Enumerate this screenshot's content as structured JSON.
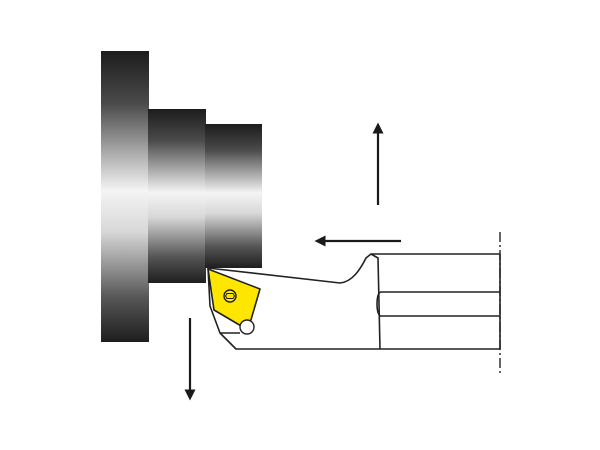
{
  "diagram": {
    "kind": "turning-tool-schematic",
    "colors": {
      "background": "#ffffff",
      "workpiece_dark": "#1f1f1f",
      "workpiece_mid": "#6e6e6e",
      "workpiece_light": "#f2f2f2",
      "insert_fill": "#ffe600",
      "outline": "#222222",
      "arrow": "#1a1a1a"
    },
    "elements": [
      {
        "name": "chuck-flange",
        "type": "cylinder"
      },
      {
        "name": "workpiece-step",
        "type": "cylinder"
      },
      {
        "name": "workpiece-bore-section",
        "type": "cylinder"
      },
      {
        "name": "tool-holder-shank",
        "type": "tool-body"
      },
      {
        "name": "cutting-insert",
        "type": "insert"
      },
      {
        "name": "insert-clamp-screw",
        "type": "screw"
      },
      {
        "name": "arrow-up-icon",
        "direction": "up"
      },
      {
        "name": "arrow-left-icon",
        "direction": "left"
      },
      {
        "name": "arrow-down-icon",
        "direction": "down"
      }
    ]
  }
}
